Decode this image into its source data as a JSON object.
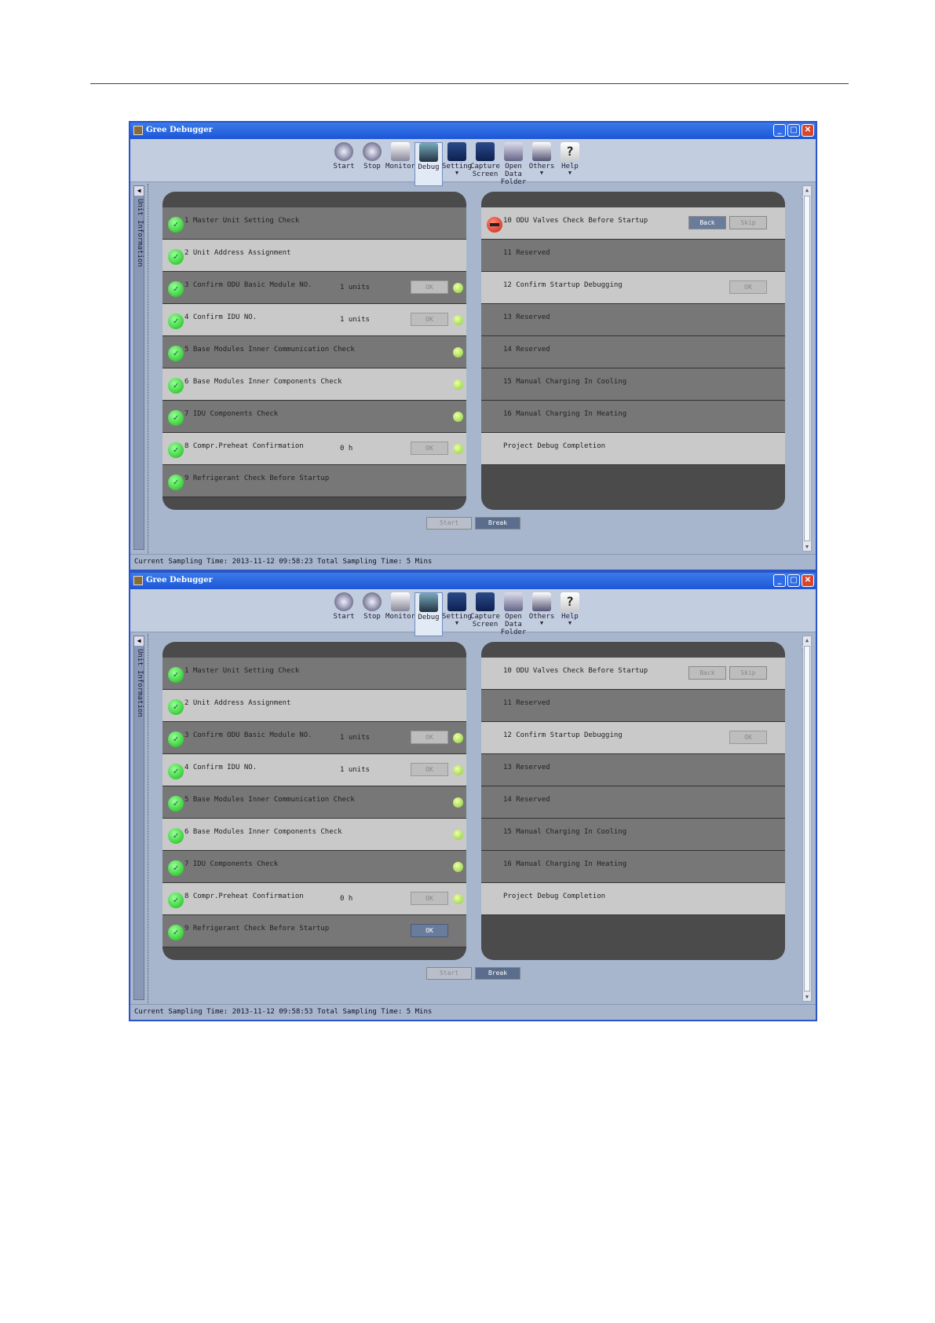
{
  "screens": [
    {
      "title": "Gree Debugger",
      "toolbar": [
        {
          "label": "Start",
          "icon": "start-icon"
        },
        {
          "label": "Stop",
          "icon": "stop-icon"
        },
        {
          "label": "Monitor",
          "icon": "monitor-icon"
        },
        {
          "label": "Debug",
          "icon": "debug-icon",
          "active": true
        },
        {
          "label": "Setting",
          "icon": "setting-icon",
          "caret": "▼"
        },
        {
          "label": "Capture Screen",
          "icon": "capture-icon"
        },
        {
          "label": "Open Data Folder",
          "icon": "folder-icon"
        },
        {
          "label": "Others",
          "icon": "others-icon",
          "caret": "▼"
        },
        {
          "label": "Help",
          "icon": "help-icon",
          "caret": "▼"
        }
      ],
      "side_label": "Unit Information",
      "left_steps": [
        {
          "text": "1 Master Unit Setting Check",
          "shade": "dk"
        },
        {
          "text": "2 Unit Address Assignment",
          "shade": "lt"
        },
        {
          "text": "3 Confirm ODU Basic Module NO.",
          "shade": "dk",
          "units": "1 units",
          "ok": "OK"
        },
        {
          "text": "4 Confirm IDU NO.",
          "shade": "lt",
          "units": "1 units",
          "ok": "OK"
        },
        {
          "text": "5 Base Modules Inner Communication Check",
          "shade": "dk"
        },
        {
          "text": "6 Base Modules Inner Components Check",
          "shade": "lt"
        },
        {
          "text": "7 IDU Components Check",
          "shade": "dk"
        },
        {
          "text": "8 Compr.Preheat Confirmation",
          "shade": "lt",
          "units": "0 h",
          "ok": "OK"
        },
        {
          "text": "9 Refrigerant Check Before Startup",
          "shade": "dk"
        }
      ],
      "right_steps": [
        {
          "text": "10 ODU Valves Check Before Startup",
          "shade": "lt",
          "back": "Back",
          "skip": "Skip"
        },
        {
          "text": "11  Reserved",
          "shade": "dk"
        },
        {
          "text": "12 Confirm Startup Debugging",
          "shade": "lt",
          "ok": "OK"
        },
        {
          "text": "13 Reserved",
          "shade": "dk"
        },
        {
          "text": "14 Reserved",
          "shade": "dk"
        },
        {
          "text": "15 Manual Charging In Cooling",
          "shade": "dk"
        },
        {
          "text": "16 Manual Charging In Heating",
          "shade": "dk"
        },
        {
          "text": "Project Debug Completion",
          "shade": "lt"
        }
      ],
      "start_label": "Start",
      "break_label": "Break",
      "status": "Current Sampling Time: 2013-11-12 09:58:23  Total Sampling Time: 5 Mins"
    },
    {
      "title": "Gree Debugger",
      "status": "Current Sampling Time: 2013-11-12 09:58:53  Total Sampling Time: 5 Mins",
      "left_step9_ok": "OK"
    }
  ]
}
